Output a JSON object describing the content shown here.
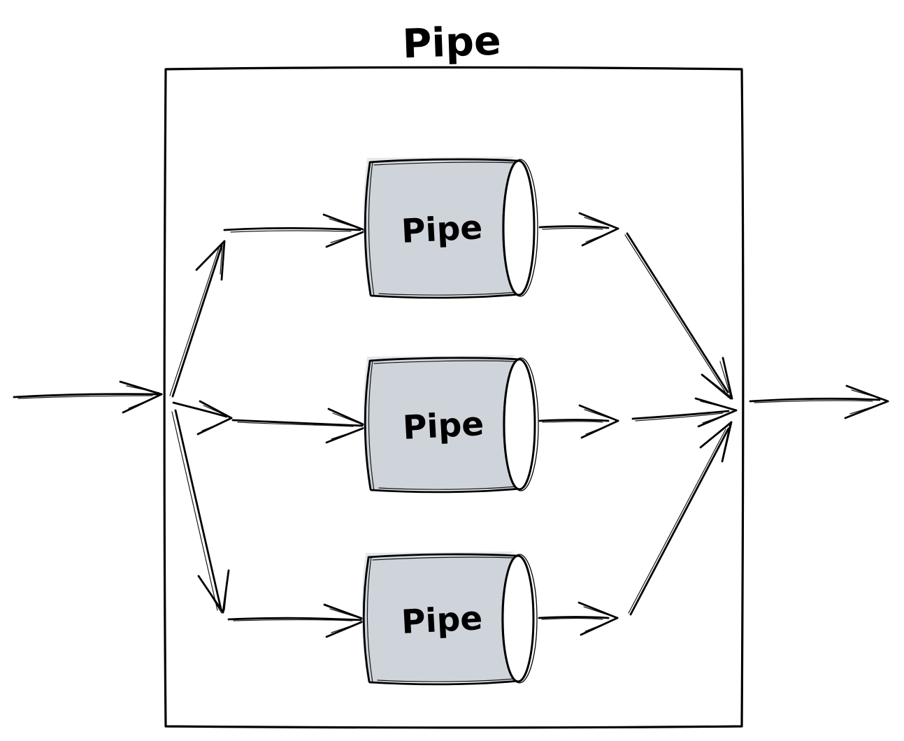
{
  "diagram": {
    "title": "Pipe",
    "pipes": [
      {
        "label": "Pipe"
      },
      {
        "label": "Pipe"
      },
      {
        "label": "Pipe"
      }
    ],
    "colors": {
      "stroke": "#000000",
      "cylinder_fill": "#ced4da",
      "cylinder_open_end": "#ffffff",
      "background": "#ffffff"
    },
    "structure": {
      "type": "flow",
      "description": "A single input arrow enters a large box titled Pipe, fans out into three parallel cylinder pipes, fans back into one point, and exits as a single output arrow.",
      "edges": [
        "input -> fan-out",
        "fan-out -> pipe-1",
        "fan-out -> pipe-2",
        "fan-out -> pipe-3",
        "pipe-1 -> fan-in",
        "pipe-2 -> fan-in",
        "pipe-3 -> fan-in",
        "fan-in -> output"
      ]
    }
  }
}
